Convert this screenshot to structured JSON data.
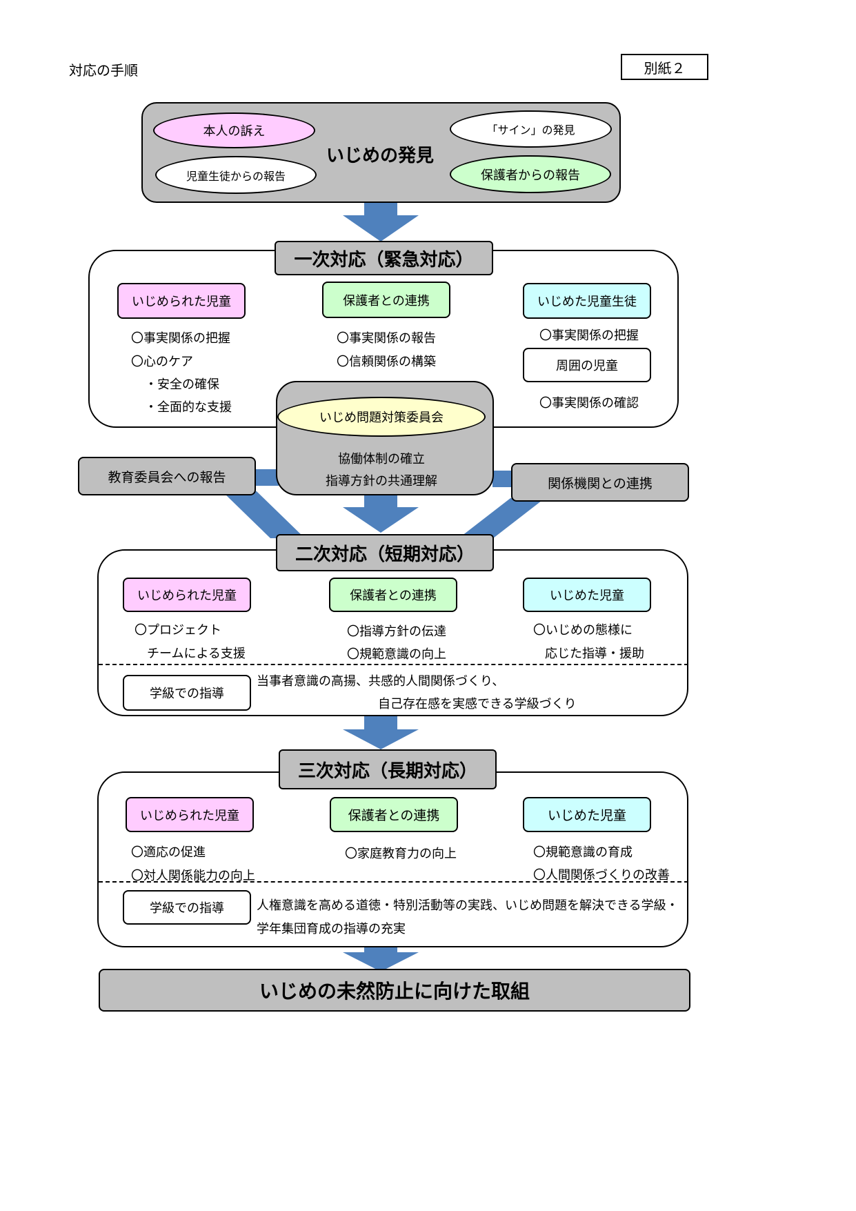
{
  "header": {
    "title": "対応の手順",
    "attachment": "別紙２"
  },
  "discovery": {
    "title": "いじめの発見",
    "self_report": "本人の訴え",
    "sign": "「サイン」の発見",
    "student_report": "児童生徒からの報告",
    "guardian_report": "保護者からの報告"
  },
  "primary": {
    "title": "一次対応（緊急対応）",
    "victim": {
      "label": "いじめられた児童",
      "items": [
        "〇事実関係の把握",
        "〇心のケア",
        "・安全の確保",
        "・全面的な支援"
      ]
    },
    "guardian": {
      "label": "保護者との連携",
      "items": [
        "〇事実関係の報告",
        "〇信頼関係の構築"
      ]
    },
    "bully": {
      "label": "いじめた児童生徒",
      "items": [
        "〇事実関係の把握"
      ]
    },
    "surrounding": {
      "label": "周囲の児童",
      "items": [
        "〇事実関係の確認"
      ]
    }
  },
  "committee": {
    "title": "いじめ問題対策委員会",
    "line1": "協働体制の確立",
    "line2": "指導方針の共通理解"
  },
  "board_report": "教育委員会への報告",
  "agency_link": "関係機関との連携",
  "secondary": {
    "title": "二次対応（短期対応）",
    "victim": {
      "label": "いじめられた児童",
      "items": [
        "〇プロジェクト",
        "チームによる支援"
      ]
    },
    "guardian": {
      "label": "保護者との連携",
      "items": [
        "〇指導方針の伝達",
        "〇規範意識の向上"
      ]
    },
    "bully": {
      "label": "いじめた児童",
      "items": [
        "〇いじめの態様に",
        "応じた指導・援助"
      ]
    },
    "class_label": "学級での指導",
    "class_text_1": "当事者意識の高揚、共感的人間関係づくり、",
    "class_text_2": "自己存在感を実感できる学級づくり"
  },
  "tertiary": {
    "title": "三次対応（長期対応）",
    "victim": {
      "label": "いじめられた児童",
      "items": [
        "〇適応の促進",
        "〇対人関係能力の向上"
      ]
    },
    "guardian": {
      "label": "保護者との連携",
      "items": [
        "〇家庭教育力の向上"
      ]
    },
    "bully": {
      "label": "いじめた児童",
      "items": [
        "〇規範意識の育成",
        "〇人間関係づくりの改善"
      ]
    },
    "class_label": "学級での指導",
    "class_text_1": "人権意識を高める道徳・特別活動等の実践、いじめ問題を解決できる学級・",
    "class_text_2": "学年集団育成の指導の充実"
  },
  "final": "いじめの未然防止に向けた取組",
  "colors": {
    "arrow": "#4f81bd",
    "grey": "#bfbfbf",
    "pink": "#ffccff",
    "green": "#ccffcc",
    "cyan": "#ccffff",
    "yellow": "#ffffcc"
  }
}
